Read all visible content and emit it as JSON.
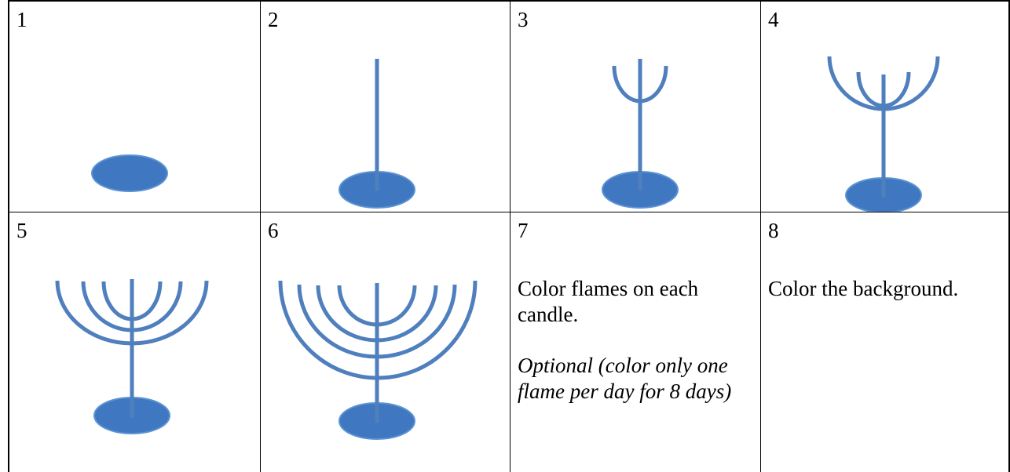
{
  "steps": [
    {
      "number": "1"
    },
    {
      "number": "2"
    },
    {
      "number": "3"
    },
    {
      "number": "4"
    },
    {
      "number": "5"
    },
    {
      "number": "6"
    },
    {
      "number": "7",
      "instruction": "Color flames on each candle.",
      "note": "Optional (color only one flame per day for 8 days)"
    },
    {
      "number": "8",
      "instruction": "Color the background."
    }
  ],
  "colors": {
    "stroke": "#4f7fbd",
    "base": "#3f78c0",
    "baseLight": "#5b93d3",
    "grid": "#000000"
  }
}
